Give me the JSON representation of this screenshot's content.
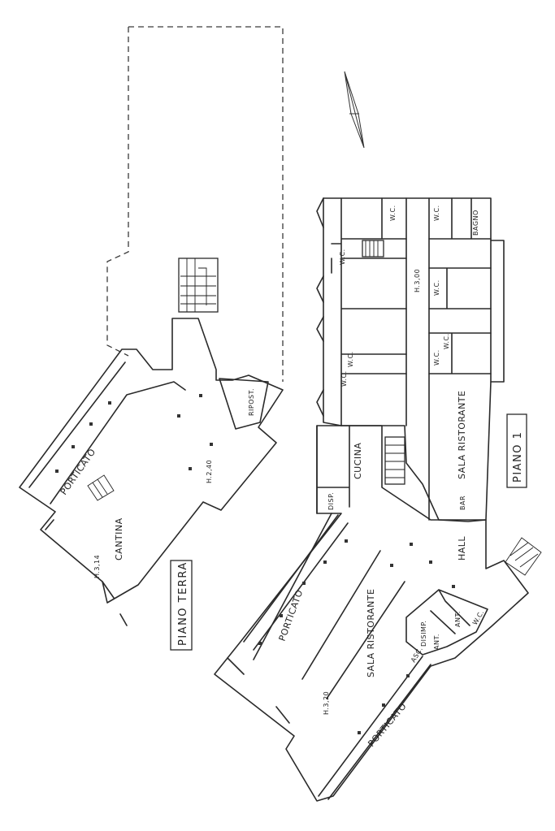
{
  "north_arrow_icon": "north-arrow-icon",
  "ground_floor": {
    "title": "PIANO TERRA",
    "rooms": {
      "porticato": "PORTICATO",
      "cantina": "CANTINA",
      "cantina_height": "H.3,14",
      "main_height": "H.2,40",
      "ripost": "RIPOST."
    }
  },
  "first_floor": {
    "title": "PIANO 1",
    "rooms": {
      "sala_top": "SALA RISTORANTE",
      "bar": "BAR",
      "hall": "HALL",
      "cucina": "CUCINA",
      "disp": "DISP.",
      "disimp": "DISIMP.",
      "asc": "ASC.",
      "ant1": "ANT.",
      "ant2": "ANT.",
      "wc_small": "W.C.",
      "corridor_height": "H.3,00",
      "bagno": "BAGNO",
      "porticato_upper": "PORTICATO",
      "porticato_lower": "PORTICATO",
      "sala_main": "SALA RISTORANTE",
      "sala_main_height": "H.3,20",
      "wc_labels": [
        "W.C.",
        "W.C.",
        "W.C.",
        "W.C.",
        "W.C.",
        "W.C.",
        "W.C.",
        "W.C."
      ]
    }
  }
}
